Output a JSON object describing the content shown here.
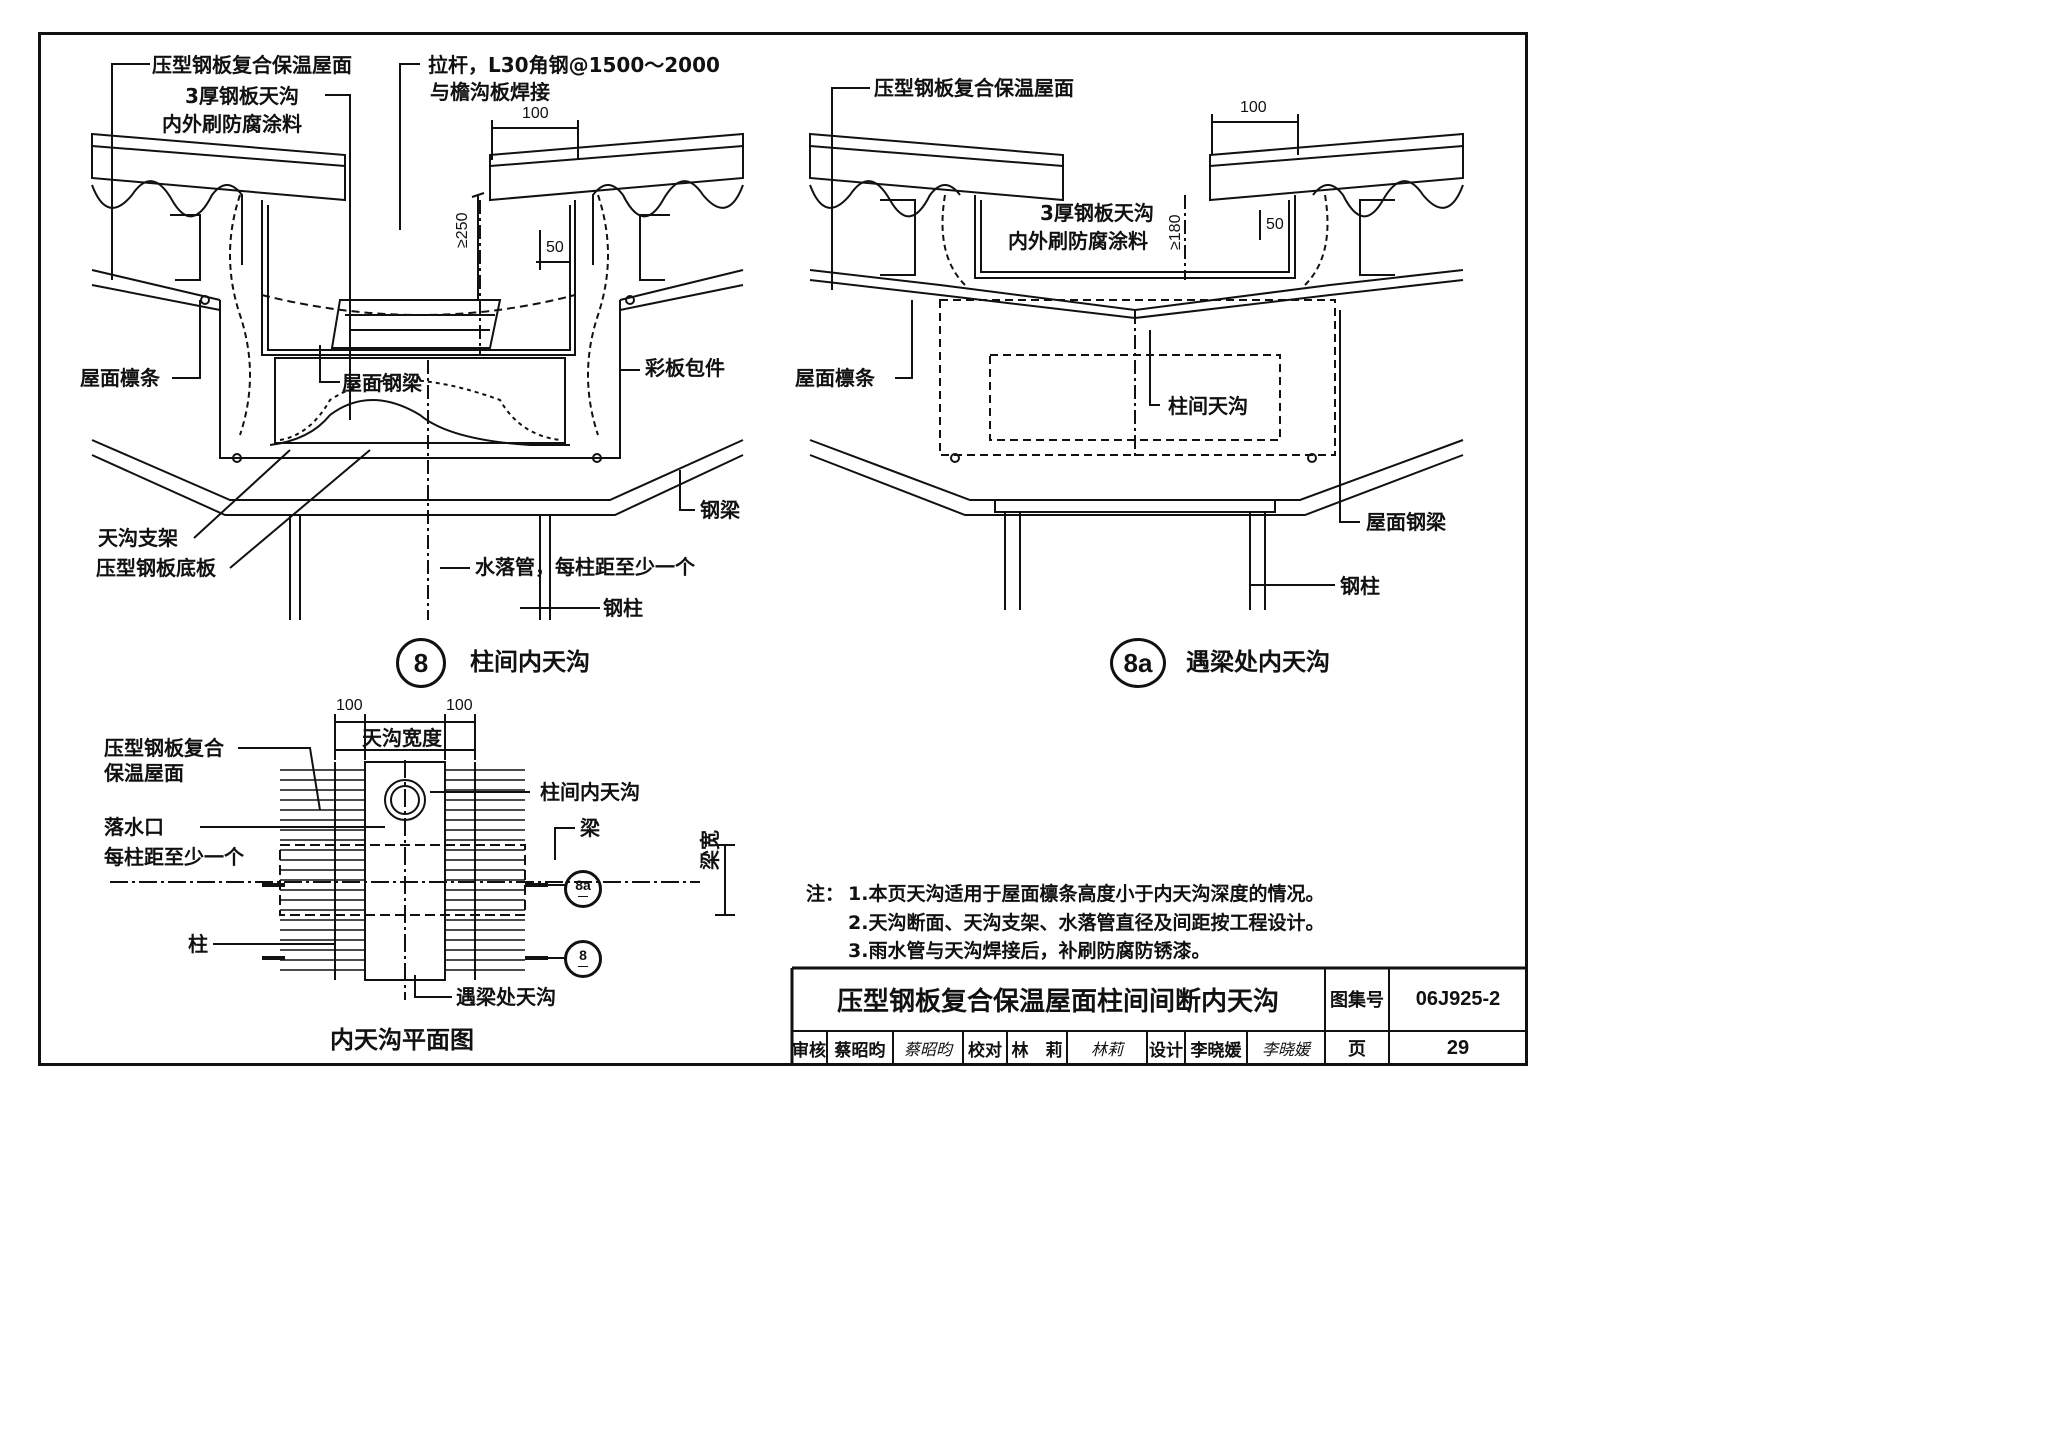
{
  "detail8": {
    "number": "8",
    "title": "柱间内天沟",
    "labels": {
      "roof": "压型钢板复合保温屋面",
      "gutter_line1": "3厚钢板天沟",
      "gutter_line2": "内外刷防腐涂料",
      "tie_line1": "拉杆，L30角钢@1500～2000",
      "tie_line2": "与檐沟板焊接",
      "purlin": "屋面檩条",
      "roof_beam": "屋面钢梁",
      "flashing": "彩板包件",
      "gutter_support": "天沟支架",
      "base_plate": "压型钢板底板",
      "downpipe": "水落管，每柱距至少一个",
      "steel_beam": "钢梁",
      "steel_column": "钢柱"
    },
    "dims": {
      "d100": "100",
      "d250": "≥250",
      "d50": "50"
    }
  },
  "detail8a": {
    "number": "8a",
    "title": "遇梁处内天沟",
    "labels": {
      "roof": "压型钢板复合保温屋面",
      "gutter_line1": "3厚钢板天沟",
      "gutter_line2": "内外刷防腐涂料",
      "purlin": "屋面檩条",
      "gutter_between": "柱间天沟",
      "roof_beam": "屋面钢梁",
      "steel_column": "钢柱"
    },
    "dims": {
      "d100": "100",
      "d180": "≥180",
      "d50": "50"
    }
  },
  "plan": {
    "title": "内天沟平面图",
    "labels": {
      "roof_line1": "压型钢板复合",
      "roof_line2": "保温屋面",
      "gutter_between": "柱间内天沟",
      "outlet": "落水口",
      "beam": "梁",
      "per_col": "每柱距至少一个",
      "column": "柱",
      "gutter_at_beam": "遇梁处天沟"
    },
    "dims": {
      "d100a": "100",
      "d100b": "100",
      "width": "天沟宽度",
      "beam_width": "梁宽"
    },
    "refs": {
      "ref8a": "8a",
      "ref8": "8",
      "dash": "—"
    }
  },
  "notes": {
    "prefix": "注：",
    "items": [
      "1.本页天沟适用于屋面檩条高度小于内天沟深度的情况。",
      "2.天沟断面、天沟支架、水落管直径及间距按工程设计。",
      "3.雨水管与天沟焊接后，补刷防腐防锈漆。"
    ]
  },
  "titleblock": {
    "title": "压型钢板复合保温屋面柱间间断内天沟",
    "atlas_label": "图集号",
    "atlas_no": "06J925-2",
    "review": "审核",
    "reviewer": "蔡昭昀",
    "reviewer_sig": "蔡昭昀",
    "check": "校对",
    "checker": "林　莉",
    "checker_sig": "林莉",
    "design": "设计",
    "designer": "李晓媛",
    "designer_sig": "李晓媛",
    "page_label": "页",
    "page_no": "29"
  }
}
